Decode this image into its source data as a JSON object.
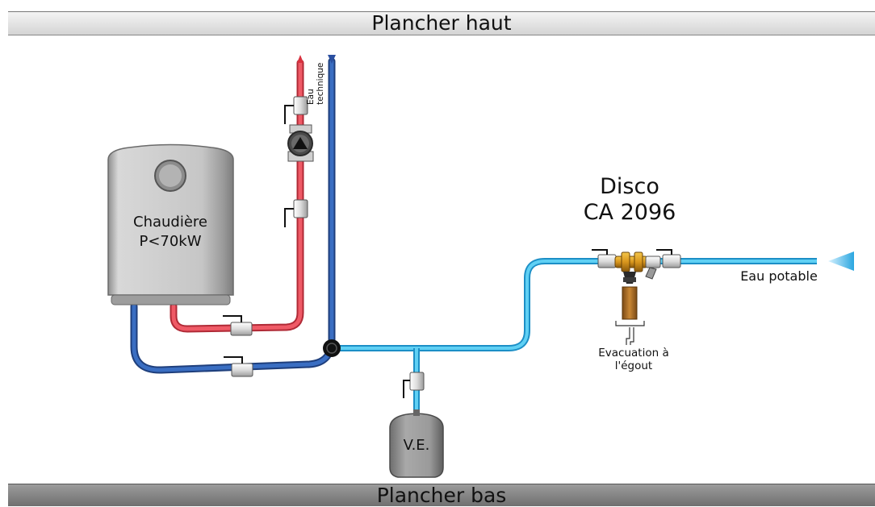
{
  "floors": {
    "top": "Plancher haut",
    "bottom": "Plancher bas"
  },
  "boiler": {
    "line1": "Chaudière",
    "line2": "P<70kW"
  },
  "technical_water": {
    "line1": "Eau",
    "line2": "technique"
  },
  "disconnector": {
    "line1": "Disco",
    "line2": "CA 2096"
  },
  "drain": {
    "line1": "Evacuation à",
    "line2": "l'égout"
  },
  "potable_water": "Eau potable",
  "expansion_vessel": "V.E.",
  "colors": {
    "hot_pipe": "#e8404c",
    "return_pipe": "#2f5eb0",
    "cold_pipe": "#36b6e6",
    "boiler_body": "#c9c9c9"
  }
}
